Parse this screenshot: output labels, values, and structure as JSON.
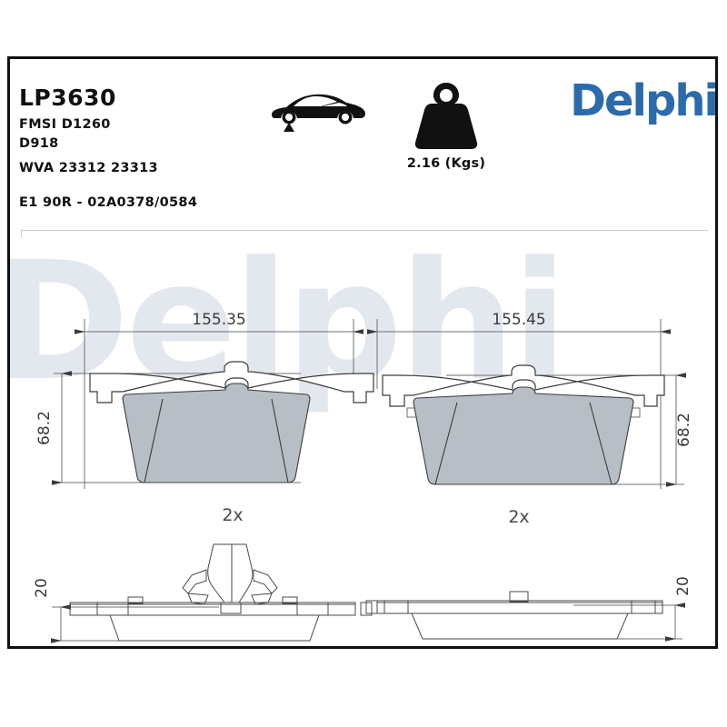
{
  "product": {
    "part_number": "LP3630",
    "fmsi": "FMSI D1260",
    "fmsi_alt": "D918",
    "wva": "WVA 23312 23313",
    "approval": "E1 90R - 02A0378/0584"
  },
  "weight": {
    "value": "2.16 (Kgs)",
    "icon": "weight-icon"
  },
  "vehicle": {
    "icon": "car-front-axle-icon"
  },
  "brand": {
    "name": "Delphi",
    "color": "#2c6bab",
    "watermark": "Delphi"
  },
  "drawing": {
    "left_pad": {
      "width": "155.35",
      "height": "68.2",
      "thickness": "20",
      "quantity": "2x"
    },
    "right_pad": {
      "width": "155.45",
      "height": "68.2",
      "thickness": "20",
      "quantity": "2x"
    }
  }
}
